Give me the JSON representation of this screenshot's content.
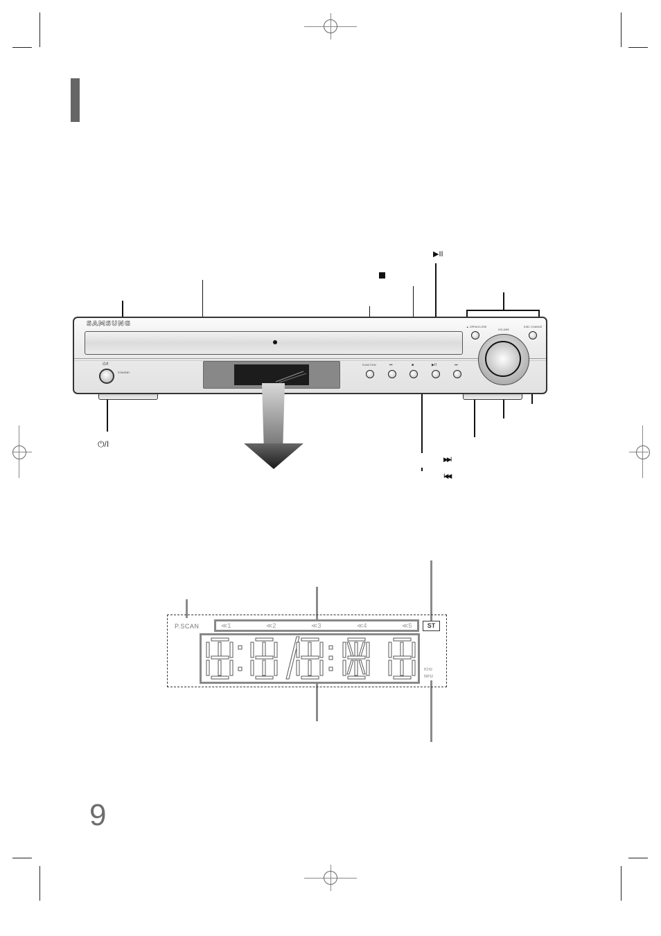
{
  "page": {
    "number": "9",
    "section_marker_color": "#666666"
  },
  "front_panel": {
    "brand_logo": "SAMSUNG",
    "labels": {
      "power_button": "⏻/I",
      "standby": "STANDBY",
      "function": "FUNCTION",
      "open_close": "▲ OPEN/CLOSE",
      "volume": "VOLUME",
      "disc_change": "DISC CHANGE",
      "skip_back_small": "⏮",
      "stop_small": "■",
      "play_pause_small": "▶II",
      "skip_fwd_small": "⏭"
    },
    "callouts": {
      "play_pause_symbol": "▶II",
      "stop_symbol": "■",
      "power_symbol": "⏻/I",
      "skip_forward_symbol": "▶▶I",
      "skip_back_symbol": "I◀◀"
    }
  },
  "display_panel": {
    "pscan": "P.SCAN",
    "disc_indicators": [
      "≪1",
      "≪2",
      "≪3",
      "≪4",
      "≪5"
    ],
    "stereo": "ST",
    "units": [
      "KHz",
      "MHz"
    ]
  }
}
